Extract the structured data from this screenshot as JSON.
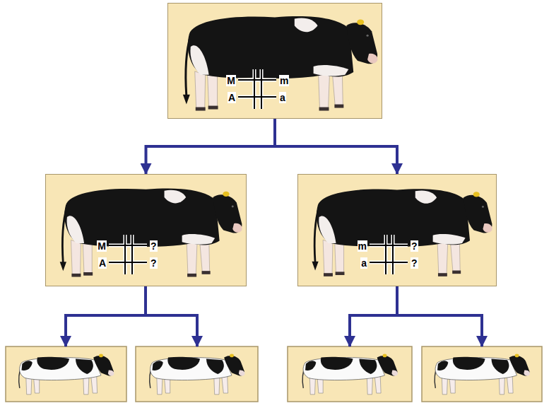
{
  "diagram": {
    "nodes": [
      {
        "text": [
          "M",
          "m",
          "A",
          "a"
        ]
      },
      {
        "text": [
          "M",
          "?",
          "A",
          "?"
        ]
      },
      {
        "text": [
          "m",
          "?",
          "a",
          "?"
        ]
      }
    ],
    "edges": [
      {
        "from": 0,
        "to": 1,
        "arrow": "to"
      },
      {
        "from": 0,
        "to": 2,
        "arrow": "to"
      }
    ]
  }
}
